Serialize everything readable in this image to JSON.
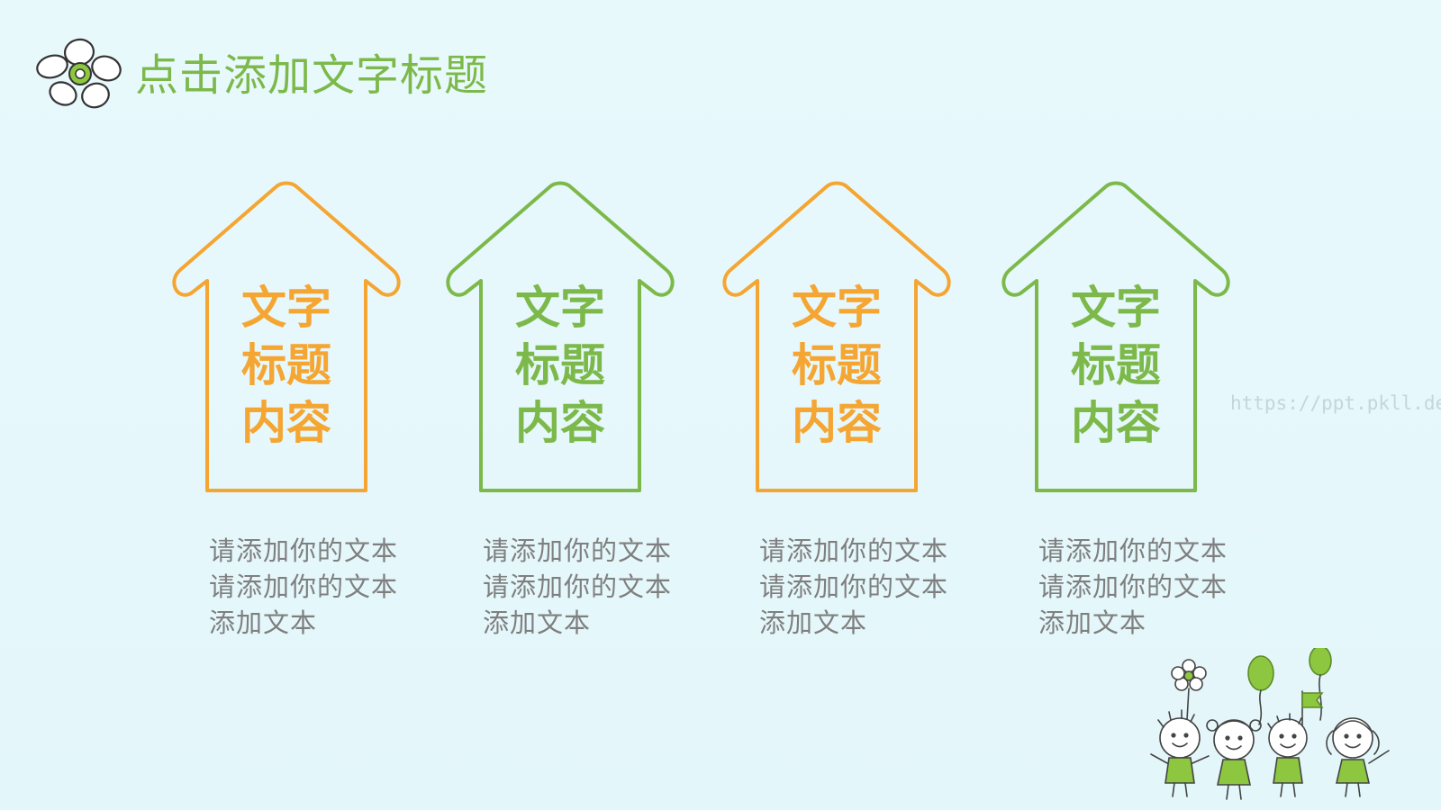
{
  "header": {
    "title": "点击添加文字标题",
    "icon": "flower-icon"
  },
  "colors": {
    "orange": "#f5a531",
    "green": "#7cb94a",
    "text_gray": "#7f7f7f",
    "background": "#e6f8fb"
  },
  "cards": [
    {
      "title_lines": [
        "文字",
        "标题",
        "内容"
      ],
      "color": "orange",
      "description": "请添加你的文本请添加你的文本添加文本"
    },
    {
      "title_lines": [
        "文字",
        "标题",
        "内容"
      ],
      "color": "green",
      "description": "请添加你的文本请添加你的文本添加文本"
    },
    {
      "title_lines": [
        "文字",
        "标题",
        "内容"
      ],
      "color": "orange",
      "description": "请添加你的文本请添加你的文本添加文本"
    },
    {
      "title_lines": [
        "文字",
        "标题",
        "内容"
      ],
      "color": "green",
      "description": "请添加你的文本请添加你的文本添加文本"
    }
  ],
  "watermark": "https://ppt.pkll.de",
  "decoration": {
    "corner_illustration": "kids-with-balloons-illustration"
  }
}
